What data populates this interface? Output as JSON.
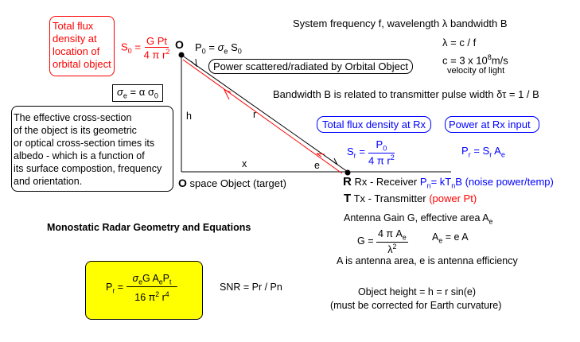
{
  "flux_box": {
    "lines": [
      "Total flux",
      "density at",
      "location of",
      "orbital object"
    ]
  },
  "s0_formula": {
    "lhs": "S",
    "lhs_sub": "0",
    "eq": " = ",
    "num": "G Pt",
    "den": "4 π r",
    "den_sup": "2"
  },
  "point_o_label": "O",
  "p0_formula": {
    "p": "P",
    "p_sub": "0",
    "eq": " =  ",
    "sigma": "σ",
    "sigma_sub": "e",
    "s": " S",
    "s_sub": "0"
  },
  "scattered_label": "Power scattered/radiated by Orbital Object",
  "sigma_box": {
    "lhs": "σ",
    "lhs_sub": "e",
    "rest": " = α σ",
    "rest_sub": "0"
  },
  "description": [
    "The effective cross-section",
    "of the object is its geometric",
    "or optical cross-section times its",
    "albedo - which is a function of",
    "its surface compostion, frequency",
    "and orientation."
  ],
  "geometry": {
    "h": "h",
    "r": "r",
    "x": "x",
    "e": "e",
    "object_marker": "O",
    "object_label": "space Object (target)"
  },
  "system_line": "System frequency f, wavelength λ   bandwidth B",
  "lambda_eq": "λ = c / f",
  "c_eq": {
    "text": "c = 3 x 10",
    "sup": "8",
    "unit": "m/s"
  },
  "velocity_label": "velocity of light",
  "bandwidth_line": "Bandwidth B is related to transmitter pulse width δτ = 1 / B",
  "rx_flux_box": "Total flux density at Rx",
  "rx_power_box": "Power at Rx input",
  "sr_formula": {
    "lhs": "S",
    "lhs_sub": "r",
    "eq": " = ",
    "num": "P",
    "num_sub": "0",
    "den": "4 π r",
    "den_sup": "2"
  },
  "pr_sr_formula": {
    "p": "P",
    "p_sub": "r",
    "eq": " = S",
    "s_sub": "r",
    "a": " A",
    "a_sub": "e"
  },
  "receiver": {
    "marker": "R",
    "label": "Rx - Receiver ",
    "pn": "P",
    "pn_sub": "n",
    "eq": "= kT",
    "t_sub": "n",
    "rest": "B (noise power/temp)"
  },
  "transmitter": {
    "marker": "T",
    "label": "Tx - Transmitter ",
    "power": "(power Pt)"
  },
  "antenna_line": {
    "text": "Antenna Gain G, effective area  A",
    "sub": "e"
  },
  "g_formula": {
    "lhs": "G = ",
    "num": "4 π A",
    "num_sub": "e",
    "den": "λ",
    "den_sup": "2"
  },
  "ae_formula": {
    "a": "A",
    "a_sub": "e",
    "rest": " = e A"
  },
  "antenna_area_line": "A is antenna area,  e is antenna efficiency",
  "title": "Monostatic Radar Geometry and Equations",
  "radar_eq": {
    "lhs": "P",
    "lhs_sub": "r",
    "eq": " = ",
    "num_sigma": "σ",
    "num_sigma_sub": "e",
    "num_rest": "G A",
    "num_a_sub": "e",
    "num_p": "P",
    "num_p_sub": "t",
    "den": "16 π",
    "den_sup": "2",
    "den_r": " r",
    "den_r_sup": "4"
  },
  "snr": "SNR = Pr / Pn",
  "height_line": "Object height = h = r sin(e)",
  "curvature_line": "(must be corrected for Earth curvature)",
  "colors": {
    "red": "#ff0000",
    "blue": "#0000ff",
    "yellow": "#ffff00"
  }
}
